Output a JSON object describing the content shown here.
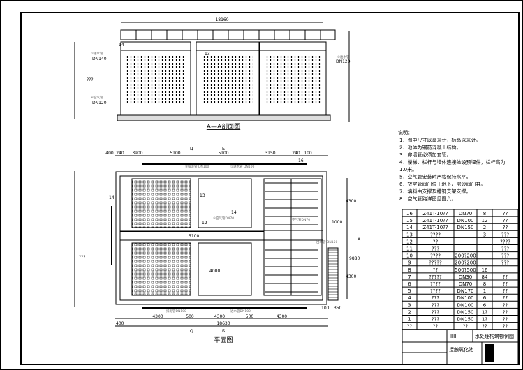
{
  "section": {
    "title": "A—A剖面图",
    "dim_total": "18160",
    "labels": {
      "inlet": "①进水管",
      "inlet_dn": "DN140",
      "air": "⑥空气管",
      "air_dn": "DN120",
      "outlet": "②出水管",
      "outlet_dn": "DN120",
      "height": "???"
    },
    "callouts": [
      "14",
      "13"
    ]
  },
  "plan": {
    "title": "平面图",
    "axis_top": [
      "Ц",
      "Б"
    ],
    "axis_bottom": [
      "Q",
      "Б"
    ],
    "section_mark": "A",
    "dims_top": [
      "400",
      "240",
      "3900",
      "5100",
      "5100",
      "3150",
      "240",
      "100"
    ],
    "dims_bottom": [
      "4300",
      "500",
      "4300",
      "500",
      "4300"
    ],
    "dim_total": "18630",
    "dim_left": "400",
    "dim_right": [
      "100",
      "350"
    ],
    "dims_right": [
      "4300",
      "1000",
      "4300",
      "9880"
    ],
    "pipe_labels": [
      "③排泥管 DN100",
      "①进水管 DN100",
      "⑥空气管DN70",
      "空气管DN70",
      "排泥管DN100",
      "进水管DN100",
      "出水管 DN150",
      "5100",
      "4000"
    ],
    "callouts": [
      "13",
      "14",
      "12",
      "16",
      "14"
    ],
    "left_label": "???"
  },
  "notes": {
    "heading": "说明：",
    "items": [
      "1．图中尺寸以毫米计，标高以米计。",
      "2．池体为钢筋混凝土结构。",
      "3．穿墙管必须加套管。",
      "4．楼梯、栏杆与墙体连接处设预埋件，栏杆高为",
      "1.0米。",
      "5．空气管安装时严格保持水平。",
      "6．放空管阀门位于地下，需设阀门井。",
      "7．填料由支撑及槽钢支架支撑。",
      "8．空气管路详图见图六。"
    ]
  },
  "table": {
    "rows": [
      [
        "16",
        "Z41T-10??",
        "DN70",
        "8",
        "??"
      ],
      [
        "15",
        "Z41T-10??",
        "DN100",
        "12",
        "??"
      ],
      [
        "14",
        "Z41T-10??",
        "DN150",
        "2",
        "??"
      ],
      [
        "13",
        "????",
        "",
        "3",
        "???"
      ],
      [
        "12",
        "??",
        "",
        "",
        "????"
      ],
      [
        "11",
        "???",
        "",
        "",
        "???"
      ],
      [
        "10",
        "????",
        "200?200",
        "",
        "???"
      ],
      [
        "9",
        "?????",
        "200?200",
        "",
        "???"
      ],
      [
        "8",
        "??",
        "500?500",
        "16",
        ""
      ],
      [
        "7",
        "?????",
        "DN30",
        "84",
        "??"
      ],
      [
        "6",
        "????",
        "DN70",
        "8",
        "??"
      ],
      [
        "5",
        "????",
        "DN170",
        "1",
        "??"
      ],
      [
        "4",
        "???",
        "DN100",
        "6",
        "??"
      ],
      [
        "3",
        "???",
        "DN100",
        "6",
        "??"
      ],
      [
        "2",
        "???",
        "DN150",
        "1?",
        "??"
      ],
      [
        "1",
        "???",
        "DN150",
        "1?",
        "??"
      ],
      [
        "??",
        "??",
        "??",
        "??",
        "??"
      ]
    ]
  },
  "title_block": {
    "code": "IIII",
    "drawing_set": "水处理构筑物例图",
    "drawing_name": "接触氧化池"
  }
}
